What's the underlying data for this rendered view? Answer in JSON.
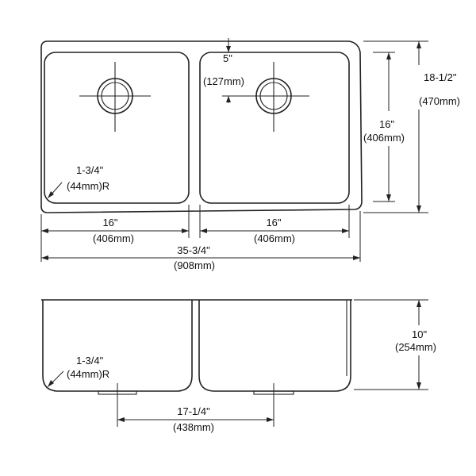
{
  "top_view": {
    "bowl_width_left": {
      "imperial": "16\"",
      "metric": "(406mm)"
    },
    "bowl_width_right": {
      "imperial": "16\"",
      "metric": "(406mm)"
    },
    "overall_width": {
      "imperial": "35-3/4\"",
      "metric": "(908mm)"
    },
    "drain_offset": {
      "imperial": "5\"",
      "metric": "(127mm)"
    },
    "bowl_depth": {
      "imperial": "16\"",
      "metric": "(406mm)"
    },
    "overall_depth": {
      "imperial": "18-1/2\"",
      "metric": "(470mm)"
    },
    "corner_radius": {
      "imperial": "1-3/4\"",
      "metric": "(44mm)R"
    }
  },
  "front_view": {
    "bowl_height": {
      "imperial": "10\"",
      "metric": "(254mm)"
    },
    "corner_radius": {
      "imperial": "1-3/4\"",
      "metric": "(44mm)R"
    },
    "drain_spacing": {
      "imperial": "17-1/4\"",
      "metric": "(438mm)"
    }
  }
}
